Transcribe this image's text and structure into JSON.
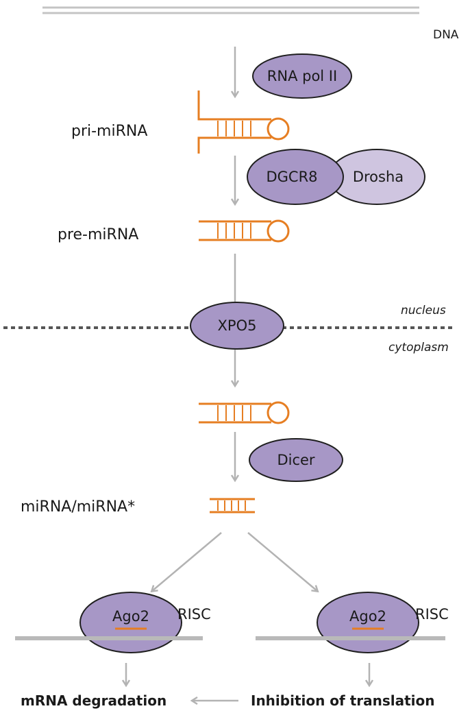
{
  "labels": {
    "dna": "DNA",
    "pri_mirna": "pri-miRNA",
    "pre_mirna": "pre-miRNA",
    "duplex": "miRNA/miRNA*",
    "nucleus": "nucleus",
    "cytoplasm": "cytoplasm"
  },
  "enzymes": {
    "rna_pol": "RNA pol II",
    "dgcr8": "DGCR8",
    "drosha": "Drosha",
    "xpo5": "XPO5",
    "dicer": "Dicer",
    "ago2_left": "Ago2",
    "ago2_right": "Ago2",
    "risc_left": "RISC",
    "risc_right": "RISC"
  },
  "outcomes": {
    "degradation": "mRNA degradation",
    "inhibition": "Inhibition of translation"
  },
  "colors": {
    "enzyme": "#a797c6",
    "enzyme_light": "#cfc5e0",
    "rna": "#e67e22",
    "arrow": "#b3b3b3"
  }
}
